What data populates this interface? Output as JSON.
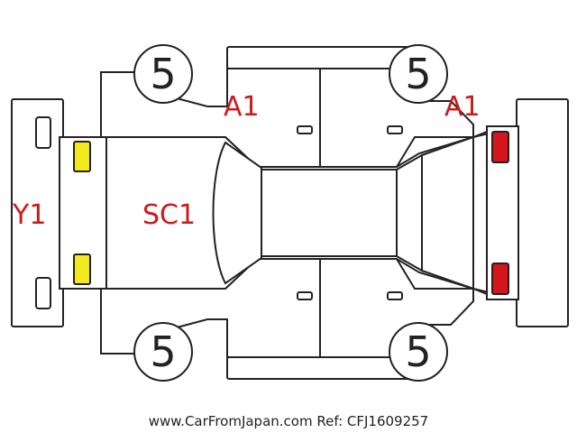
{
  "tires": {
    "front_left": "5",
    "front_right": "5",
    "rear_left": "5",
    "rear_right": "5"
  },
  "damage_codes": {
    "front_bumper": "Y1",
    "hood": "SC1",
    "right_side_roof_edge": "A1",
    "right_rear_quarter": "A1"
  },
  "colors": {
    "damage_text": "#cc1a1a",
    "front_lamp": "#f2ea1c",
    "rear_lamp": "#d8141c",
    "outline": "#222222"
  },
  "footer": "www.CarFromJapan.com Ref: CFJ1609257"
}
